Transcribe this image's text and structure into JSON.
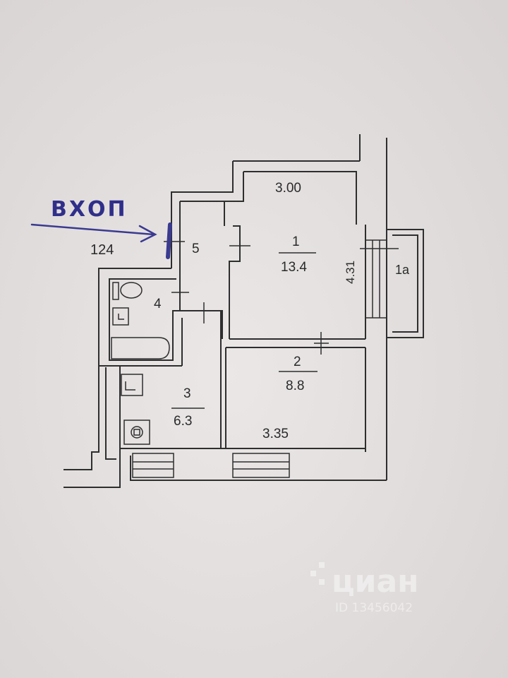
{
  "plan": {
    "entrance_label": "ВХОП",
    "apartment_number": "124",
    "wall_dims": {
      "top_room1": "3.00",
      "side_room1": "4.31",
      "bottom_room2": "3.35"
    },
    "rooms": [
      {
        "id": "1",
        "area": "13.4"
      },
      {
        "id": "2",
        "area": "8.8"
      },
      {
        "id": "3",
        "area": "6.3"
      },
      {
        "id": "4",
        "area": ""
      },
      {
        "id": "5",
        "area": ""
      },
      {
        "id": "1a",
        "area": ""
      }
    ]
  },
  "watermark": {
    "brand": "циан",
    "id_text": "ID 13456042"
  }
}
